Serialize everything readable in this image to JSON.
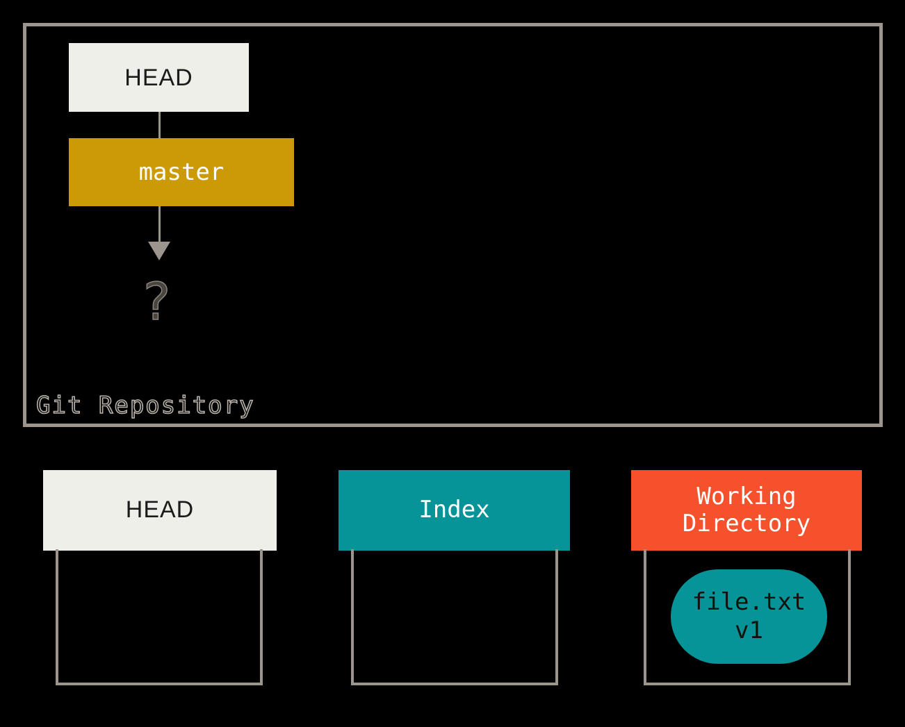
{
  "diagram": {
    "title": "Git Repository",
    "repository": {
      "label": "Git Repository",
      "head_box": {
        "label": "HEAD",
        "color": "#efefe9"
      },
      "branch_box": {
        "label": "master",
        "color": "#cc9a06"
      },
      "commit_placeholder": {
        "label": "?",
        "color": "#4a443e"
      },
      "connectors": [
        {
          "name": "head-to-master",
          "from": "HEAD",
          "to": "master",
          "style": "line"
        },
        {
          "name": "master-to-commit",
          "from": "master",
          "to": "?",
          "style": "arrow"
        }
      ]
    },
    "areas": [
      {
        "id": "head",
        "label": "HEAD",
        "header_color": "#efefe9",
        "header_text_color": "#1b1b1b",
        "items": []
      },
      {
        "id": "index",
        "label": "Index",
        "header_color": "#069499",
        "header_text_color": "#ffffff",
        "items": []
      },
      {
        "id": "working-directory",
        "label": "Working\nDirectory",
        "header_color": "#f4512c",
        "header_text_color": "#ffffff",
        "items": [
          {
            "name": "file.txt",
            "version": "v1",
            "color": "#069499"
          }
        ]
      }
    ]
  },
  "colors": {
    "background": "#000000",
    "frame_border": "#9c958e",
    "cream": "#efefe9",
    "gold": "#cc9a06",
    "teal": "#069499",
    "orange": "#f4512c",
    "dark_text": "#14100c"
  }
}
